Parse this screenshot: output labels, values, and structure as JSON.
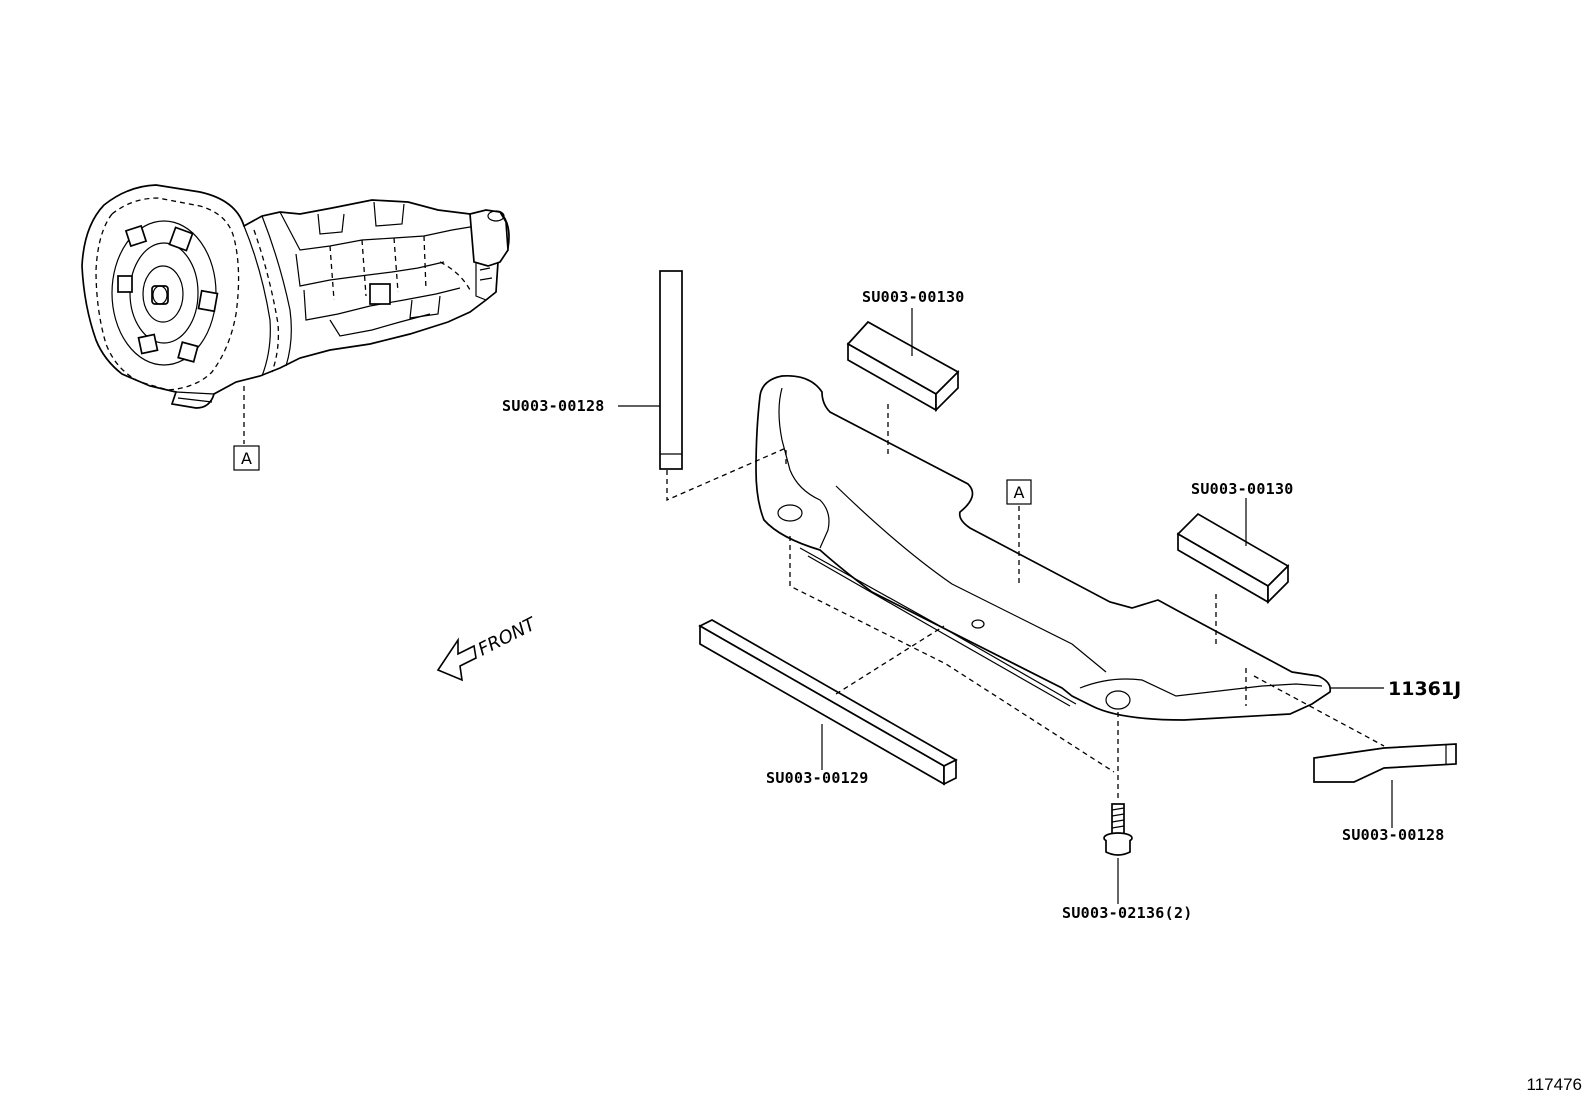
{
  "labels": {
    "su003_00130_top": "SU003-00130",
    "su003_00128_left": "SU003-00128",
    "su003_00130_right": "SU003-00130",
    "part_11361j": "11361J",
    "su003_00129": "SU003-00129",
    "su003_02136": "SU003-02136(2)",
    "su003_00128_right": "SU003-00128"
  },
  "markers": {
    "transmission_ref": "A",
    "cover_ref": "A"
  },
  "front_label": "FRONT",
  "image_number": "117476"
}
